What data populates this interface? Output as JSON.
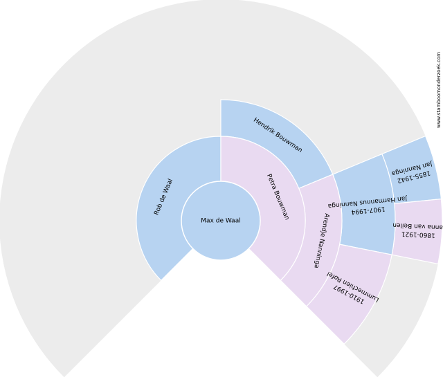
{
  "colors": {
    "background_ring": "#ececec",
    "male": "#b7d3f1",
    "female": "#e9daf1",
    "stroke": "#ffffff"
  },
  "watermark": "www.stamboomonderzoek.com",
  "persons": [
    {
      "id": "center",
      "gen": 0,
      "sex": "male",
      "name": "Max de Waal",
      "dates": ""
    },
    {
      "id": "father",
      "gen": 1,
      "sex": "male",
      "name": "Rob de Waal",
      "dates": ""
    },
    {
      "id": "mother",
      "gen": 1,
      "sex": "female",
      "name": "Petra Bouwman",
      "dates": ""
    },
    {
      "id": "mf",
      "gen": 2,
      "sex": "male",
      "name": "Hendrik Bouwman",
      "dates": ""
    },
    {
      "id": "mm",
      "gen": 2,
      "sex": "female",
      "name": "Arendje Nanninga",
      "dates": ""
    },
    {
      "id": "mmf",
      "gen": 3,
      "sex": "male",
      "name": "Jan Harmannus Nanninga",
      "dates": "1907-1994"
    },
    {
      "id": "mmm",
      "gen": 3,
      "sex": "female",
      "name": "Lummechien Rofel",
      "dates": "1910-1997"
    },
    {
      "id": "mmff",
      "gen": 4,
      "sex": "male",
      "name": "Jan Nanninga",
      "dates": "1855-1942"
    },
    {
      "id": "mmfm",
      "gen": 4,
      "sex": "female",
      "name": "Janna van Beilen",
      "dates": "1860-1921"
    }
  ]
}
